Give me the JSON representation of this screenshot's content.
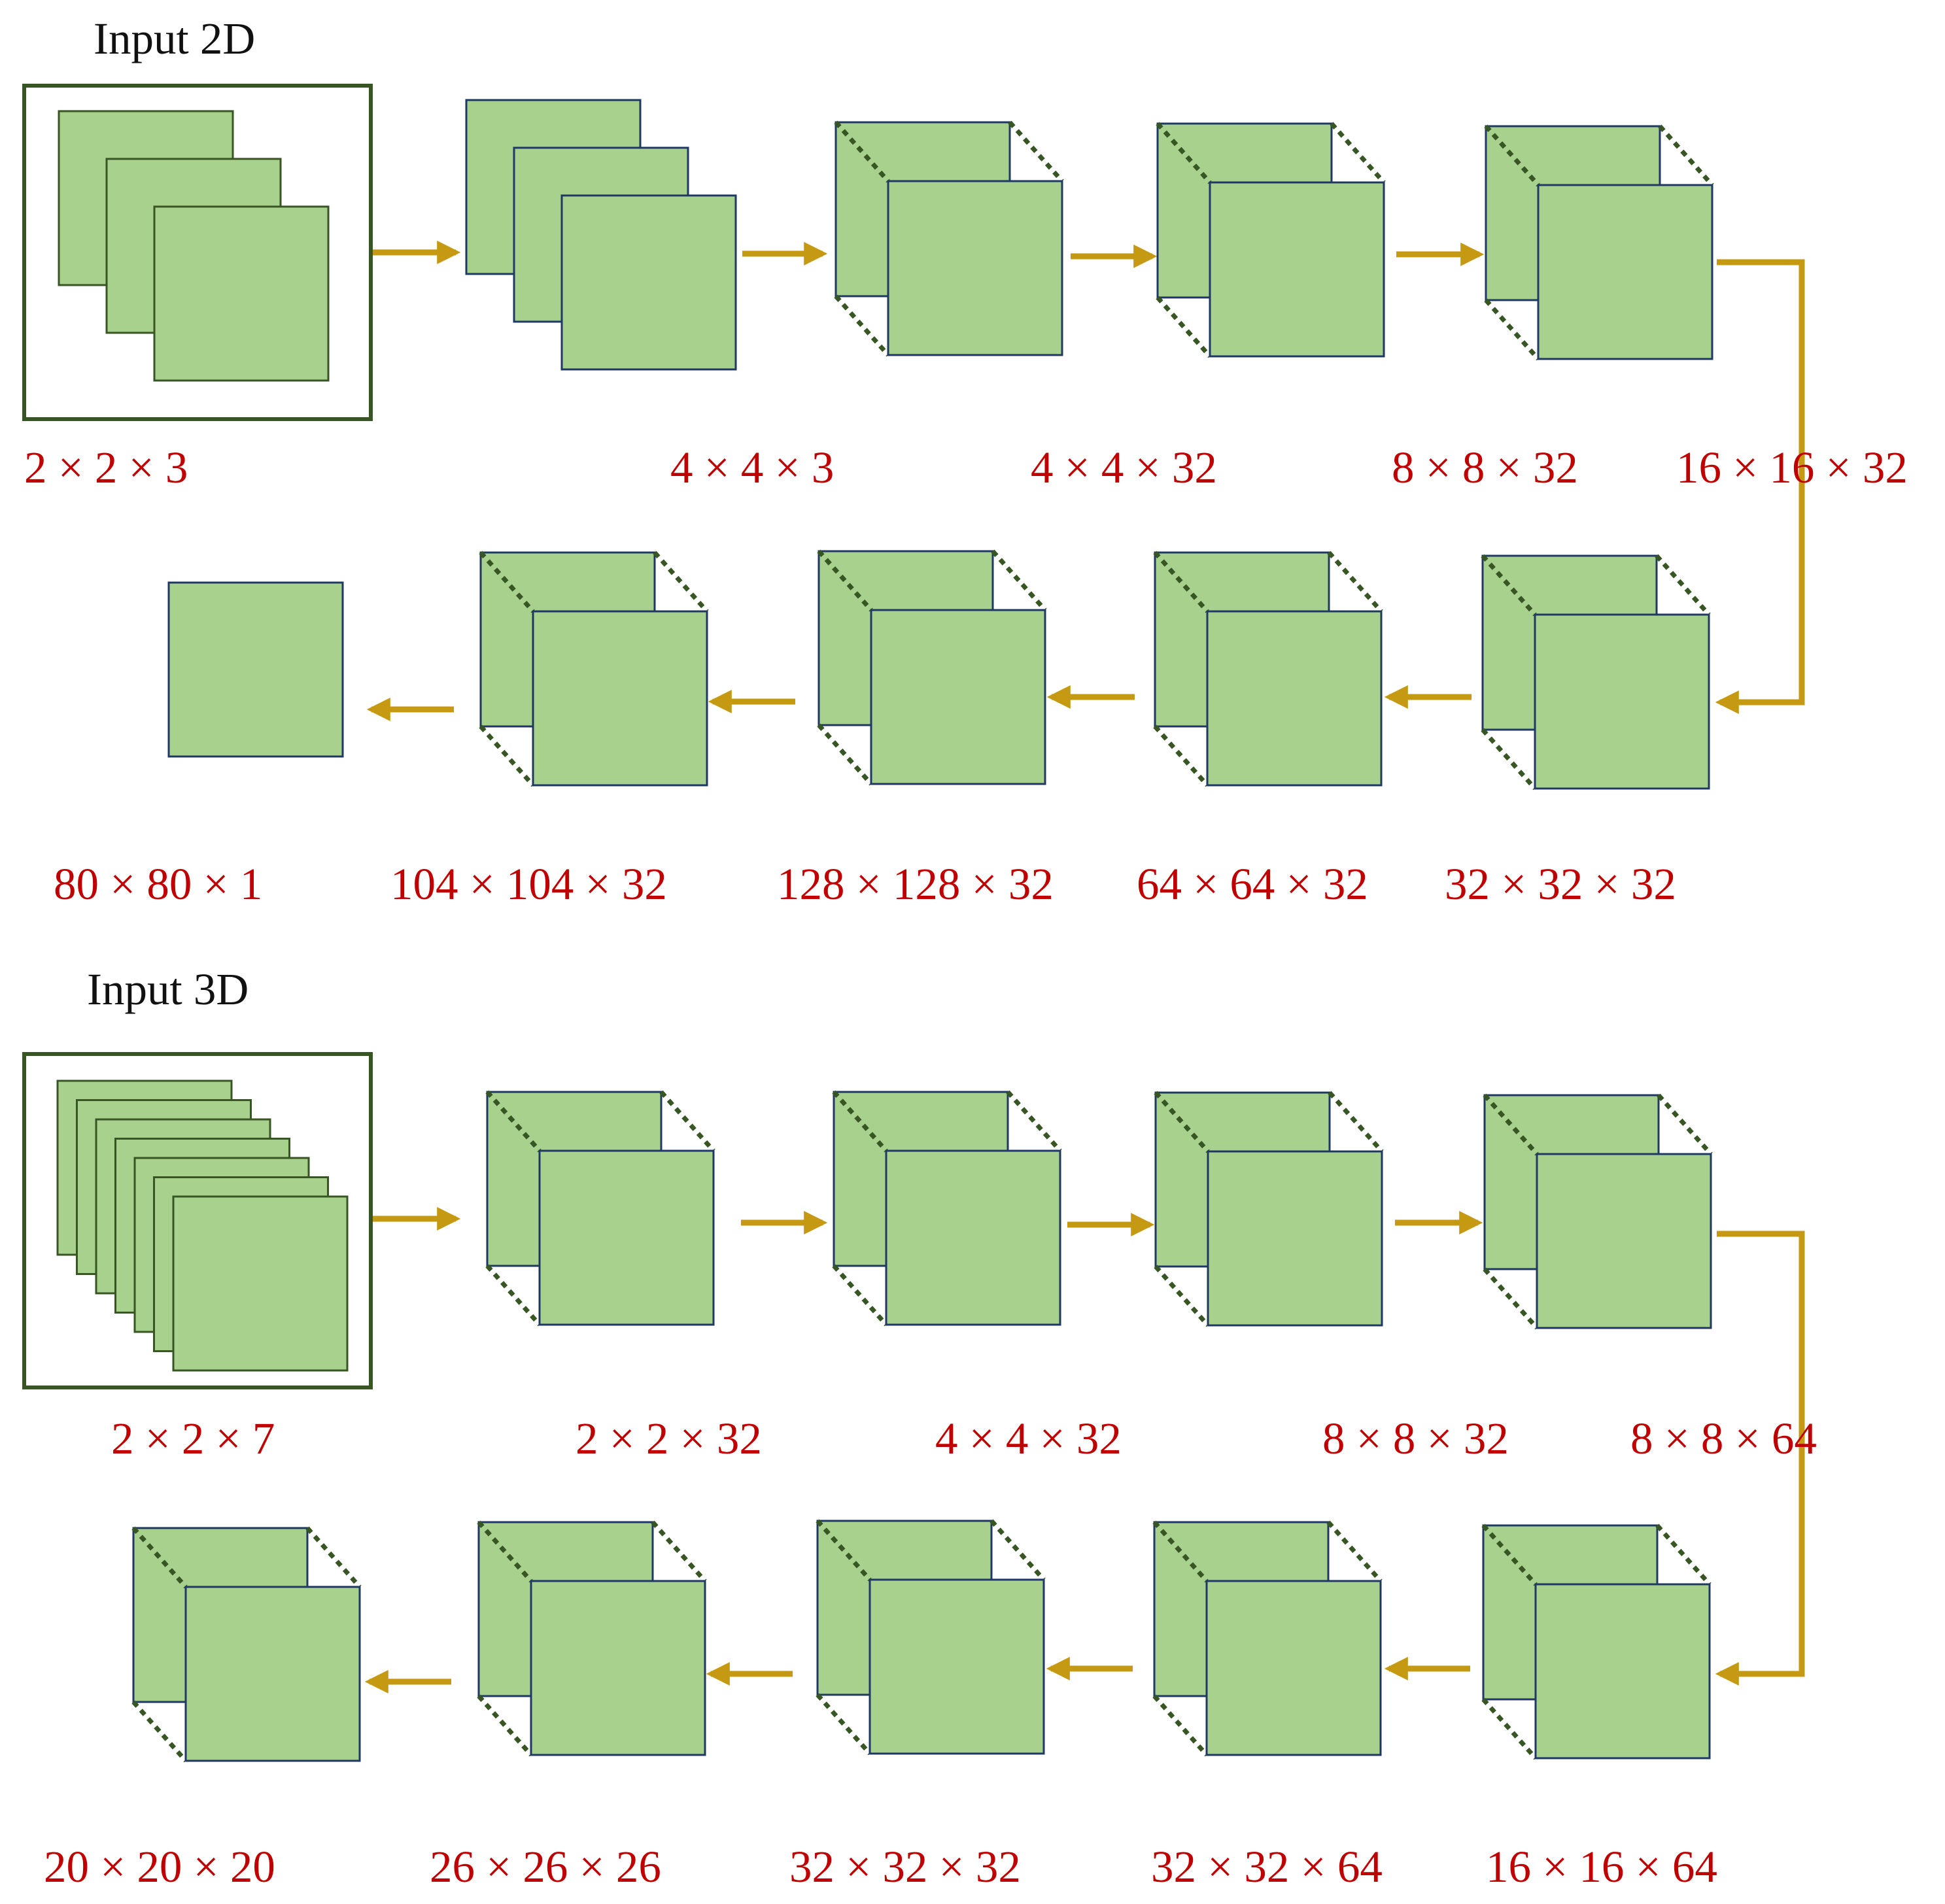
{
  "colors": {
    "feature_map_fill": "#a9d18e",
    "feature_map_border": "#1f3864",
    "input_sheet_border": "#375623",
    "input_frame": "#375623",
    "depth_edge": "#375623",
    "arrow": "#c59a12",
    "dimension_text": "#c00000",
    "title_text": "#111111"
  },
  "input_2d": {
    "title": "Input 2D",
    "encoder_labels": [
      "2 × 2 × 3",
      "4 × 4 × 3",
      "4 × 4 × 32",
      "8 × 8 × 32",
      "16 × 16 × 32"
    ],
    "decoder_labels": [
      "80 × 80 × 1",
      "104 × 104 × 32",
      "128 × 128 × 32",
      "64 × 64 × 32",
      "32 × 32 × 32"
    ]
  },
  "input_3d": {
    "title": "Input 3D",
    "encoder_labels": [
      "2 × 2 × 7",
      "2 × 2 × 32",
      "4 × 4 × 32",
      "8 × 8 × 32",
      "8 × 8 × 64"
    ],
    "decoder_labels": [
      "20 × 20 × 20",
      "26 × 26 × 26",
      "32 × 32 × 32",
      "32 × 32 × 64",
      "16 × 16 × 64"
    ]
  }
}
